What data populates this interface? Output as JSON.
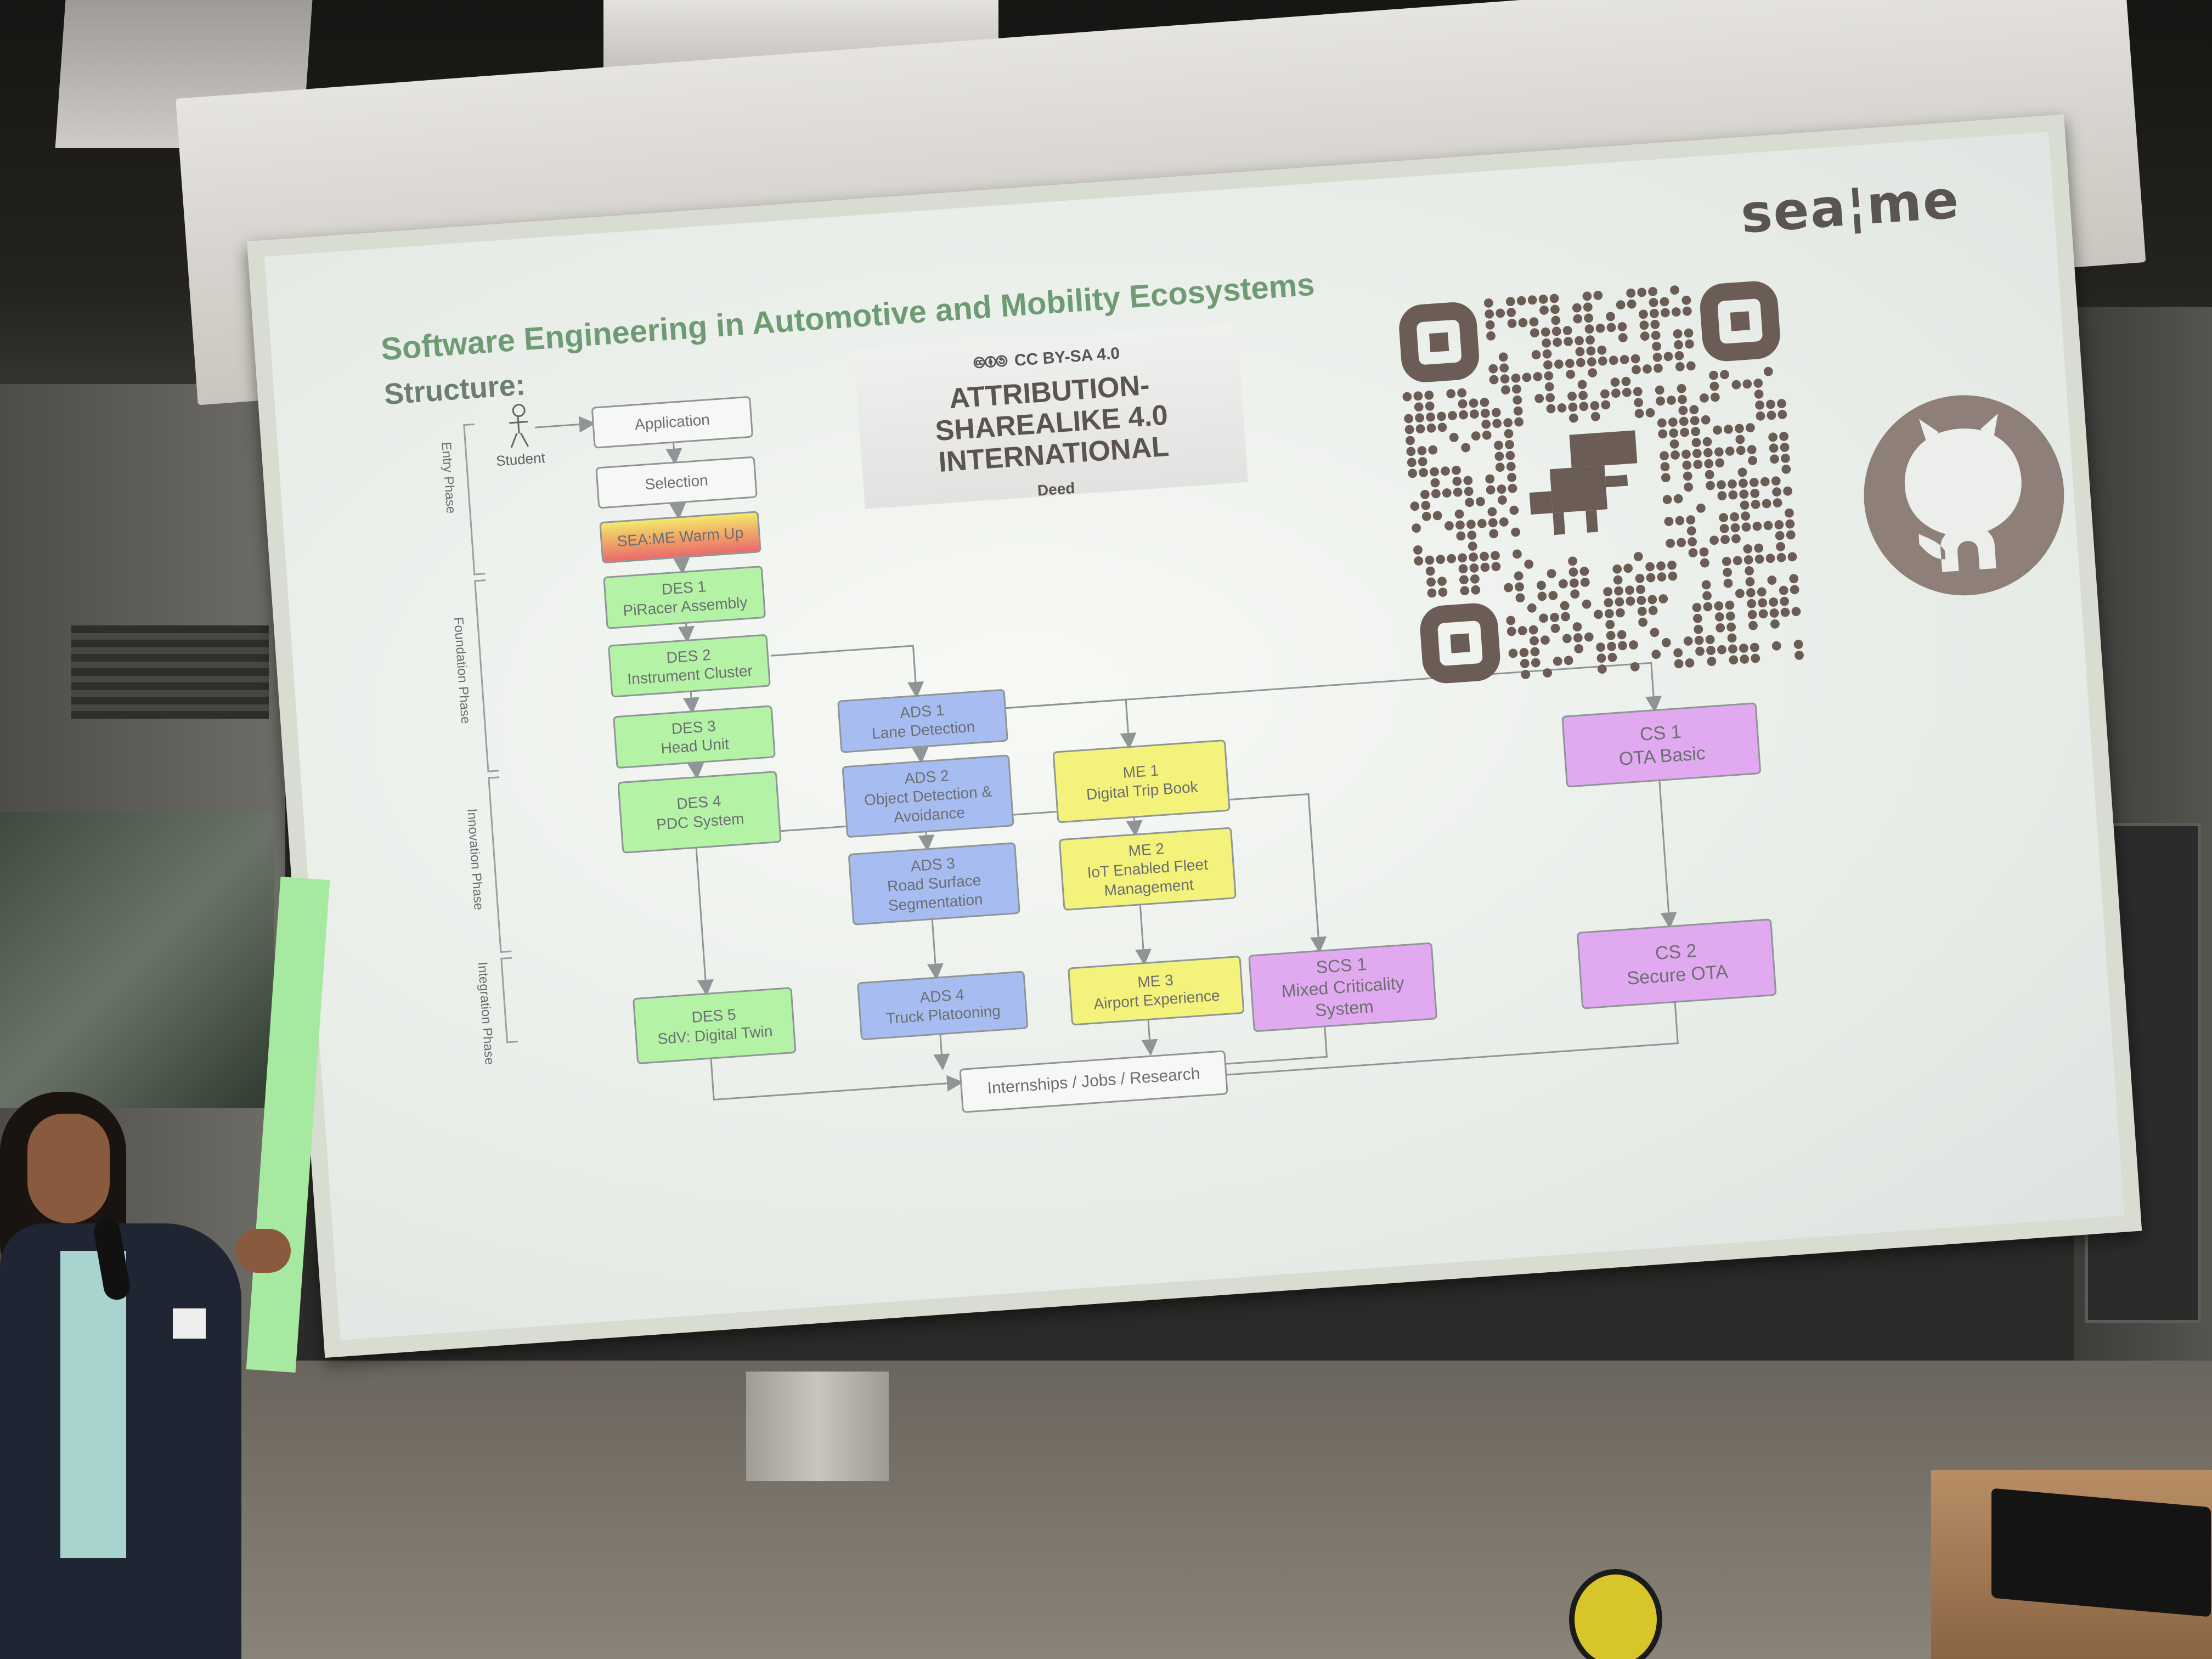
{
  "slide": {
    "logo_text": "sea¦me",
    "title": "Software Engineering in Automotive and Mobility Ecosystems",
    "subtitle": "Structure:",
    "student_label": "Student",
    "phases": [
      "Entry Phase",
      "Foundation Phase",
      "Innovation Phase",
      "Integration Phase"
    ],
    "boxes": {
      "application": [
        "Application"
      ],
      "selection": [
        "Selection"
      ],
      "warmup": [
        "SEA:ME Warm Up"
      ],
      "des1": [
        "DES 1",
        "PiRacer Assembly"
      ],
      "des2": [
        "DES 2",
        "Instrument Cluster"
      ],
      "des3": [
        "DES 3",
        "Head Unit"
      ],
      "ads1": [
        "ADS 1",
        "Lane Detection"
      ],
      "des4": [
        "DES 4",
        "PDC System"
      ],
      "ads2": [
        "ADS 2",
        "Object Detection &",
        "Avoidance"
      ],
      "me1": [
        "ME 1",
        "Digital Trip Book"
      ],
      "cs1": [
        "CS 1",
        "OTA Basic"
      ],
      "ads3": [
        "ADS 3",
        "Road Surface",
        "Segmentation"
      ],
      "me2": [
        "ME 2",
        "IoT Enabled Fleet",
        "Management"
      ],
      "des5": [
        "DES 5",
        "SdV: Digital Twin"
      ],
      "ads4": [
        "ADS 4",
        "Truck Platooning"
      ],
      "me3": [
        "ME 3",
        "Airport Experience"
      ],
      "scs1": [
        "SCS 1",
        "Mixed Criticality",
        "System"
      ],
      "cs2": [
        "CS 2",
        "Secure OTA"
      ],
      "outcome": [
        "Internships / Jobs / Research"
      ]
    },
    "license": {
      "top": "CC BY-SA 4.0",
      "icons": "🅭🅯🄎",
      "name_line1": "ATTRIBUTION-SHAREALIKE 4.0",
      "name_line2": "INTERNATIONAL",
      "deed": "Deed"
    },
    "qr_icon": "qr-code-icon",
    "github_icon": "github-icon",
    "colors": {
      "title": "#6f9b74",
      "green_box": "#b4f2a6",
      "blue_box": "#a7bdf2",
      "yellow_box": "#f3f27a",
      "purple_box": "#e1a9f0",
      "warmup_gradient": [
        "#f2e96a",
        "#f0a06a",
        "#e96b6b"
      ],
      "qr": "#6b5d55"
    }
  }
}
